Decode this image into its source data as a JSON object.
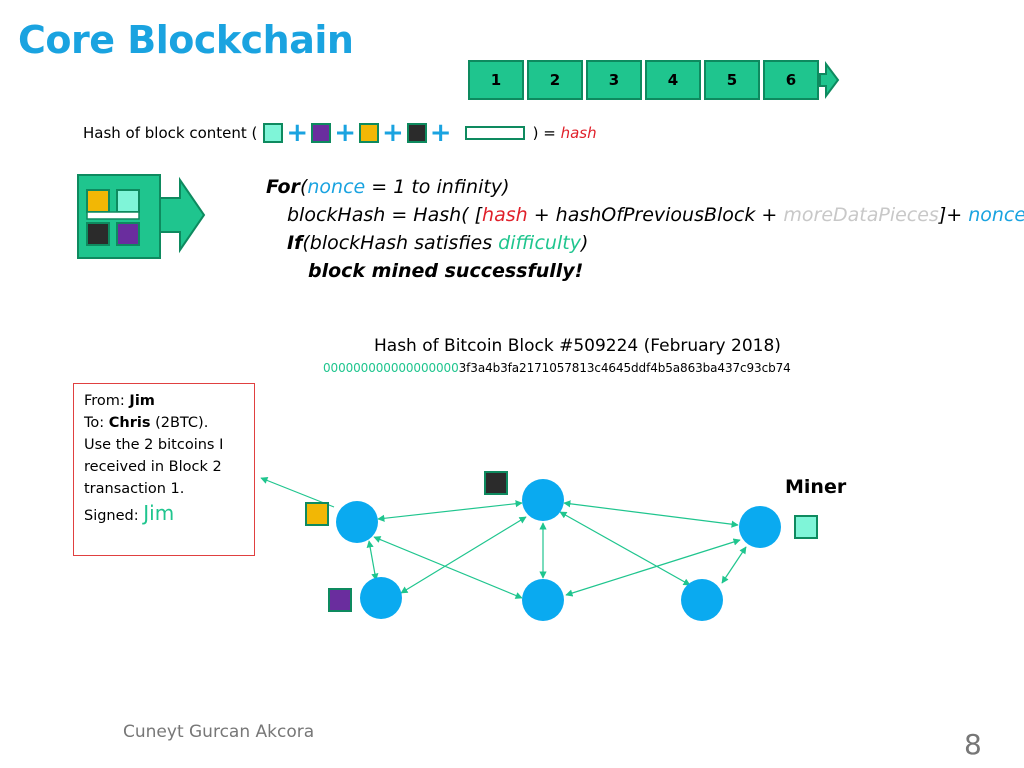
{
  "title": "Core Blockchain",
  "chain": {
    "blocks": [
      "1",
      "2",
      "3",
      "4",
      "5",
      "6"
    ]
  },
  "formula": {
    "prefix": "Hash of block content (",
    "suffix": ") = ",
    "result": "hash",
    "colors": [
      "#7ff5d8",
      "#6a2d9e",
      "#f2b705",
      "#2b2b2b"
    ]
  },
  "code": {
    "line1": {
      "kw": "For",
      "open": "(",
      "var": "nonce",
      "rest": " = 1 to infinity)"
    },
    "line2": {
      "a": "blockHash = Hash( [",
      "b": "hash",
      "c": " + hashOfPreviousBlock + ",
      "d": "moreDataPieces",
      "e": "]+ ",
      "f": "nonce",
      "g": ")"
    },
    "line3": {
      "kw": "If",
      "a": "(blockHash satisfies ",
      "b": "difficulty",
      "c": ")"
    },
    "line4": "block mined successfully!"
  },
  "bitcoin": {
    "title": "Hash of Bitcoin Block #509224 (February 2018)",
    "hash_zeros": "000000000000000000",
    "hash_rest": "3f3a4b3fa2171057813c4645ddf4b5a863ba437c93cb74"
  },
  "transaction": {
    "from_label": "From: ",
    "from": "Jim",
    "to_label": "To: ",
    "to": "Chris",
    "to_amount": " (2BTC).",
    "body1": "Use the 2 bitcoins I",
    "body2": "received in Block 2",
    "body3": "transaction 1.",
    "signed_label": "Signed: ",
    "signature": "Jim"
  },
  "miner_label": "Miner",
  "footer": "Cuneyt Gurcan Akcora",
  "page_number": "8",
  "palette": {
    "accent_blue": "#1aa3e0",
    "green": "#1fc58e",
    "node": "#0aaaf0",
    "red": "#e0202a"
  }
}
